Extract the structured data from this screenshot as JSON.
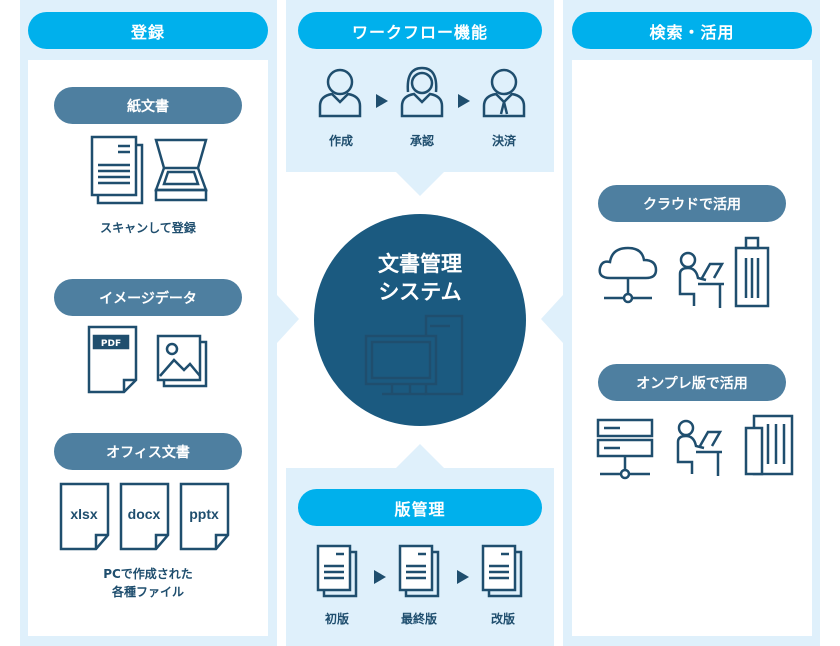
{
  "registration": {
    "title": "登録",
    "paper": {
      "label": "紙文書",
      "caption": "スキャンして登録"
    },
    "image": {
      "label": "イメージデータ",
      "pdf": "PDF"
    },
    "office": {
      "label": "オフィス文書",
      "files": [
        "xlsx",
        "docx",
        "pptx"
      ],
      "caption_line1": "PCで作成された",
      "caption_line2": "各種ファイル"
    }
  },
  "workflow": {
    "title": "ワークフロー機能",
    "steps": [
      "作成",
      "承認",
      "決済"
    ]
  },
  "center": {
    "line1": "文書管理",
    "line2": "システム"
  },
  "version": {
    "title": "版管理",
    "steps": [
      "初版",
      "最終版",
      "改版"
    ]
  },
  "usage": {
    "title": "検索・活用",
    "cloud": "クラウドで活用",
    "onprem": "オンプレ版で活用"
  },
  "colors": {
    "light": "#dff0fb",
    "accent": "#00b0ec",
    "slate": "#4e7fa0",
    "navy": "#1b5a80"
  }
}
